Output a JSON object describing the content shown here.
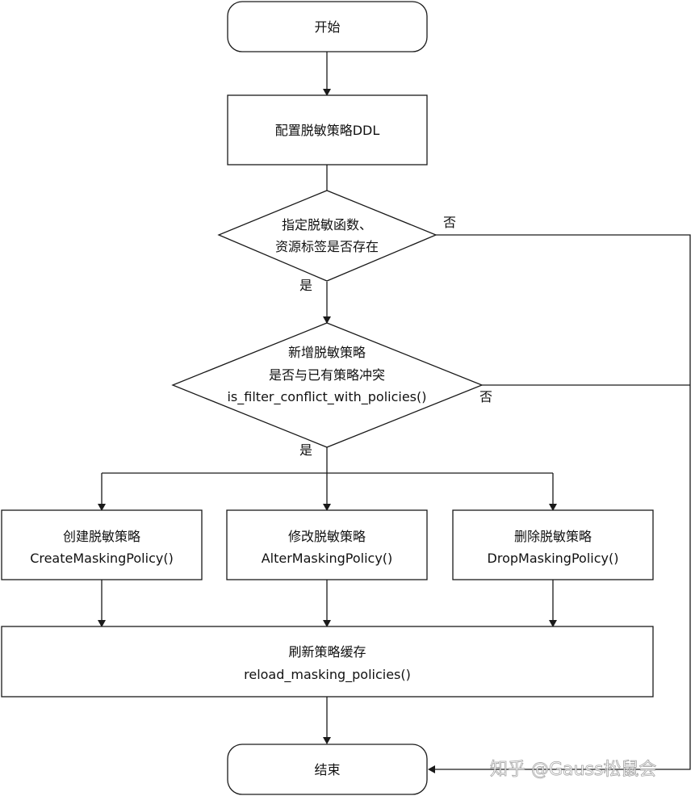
{
  "nodes": {
    "start": "开始",
    "config": "配置脱敏策略DDL",
    "check1": [
      "指定脱敏函数、",
      "资源标签是否存在"
    ],
    "check2": [
      "新增脱敏策略",
      "是否与已有策略冲突",
      "is_filter_conflict_with_policies()"
    ],
    "create": [
      "创建脱敏策略",
      "CreateMaskingPolicy()"
    ],
    "alter": [
      "修改脱敏策略",
      "AlterMaskingPolicy()"
    ],
    "drop": [
      "删除脱敏策略",
      "DropMaskingPolicy()"
    ],
    "refresh": [
      "刷新策略缓存",
      "reload_masking_policies()"
    ],
    "end": "结束"
  },
  "edge_labels": {
    "check1_yes": "是",
    "check1_no": "否",
    "check2_yes": "是",
    "check2_no": "否"
  },
  "colors": {
    "stroke": "#1a1a1a",
    "text": "#111111",
    "background": "#ffffff"
  },
  "watermark": "知乎 @Gauss松鼠会"
}
